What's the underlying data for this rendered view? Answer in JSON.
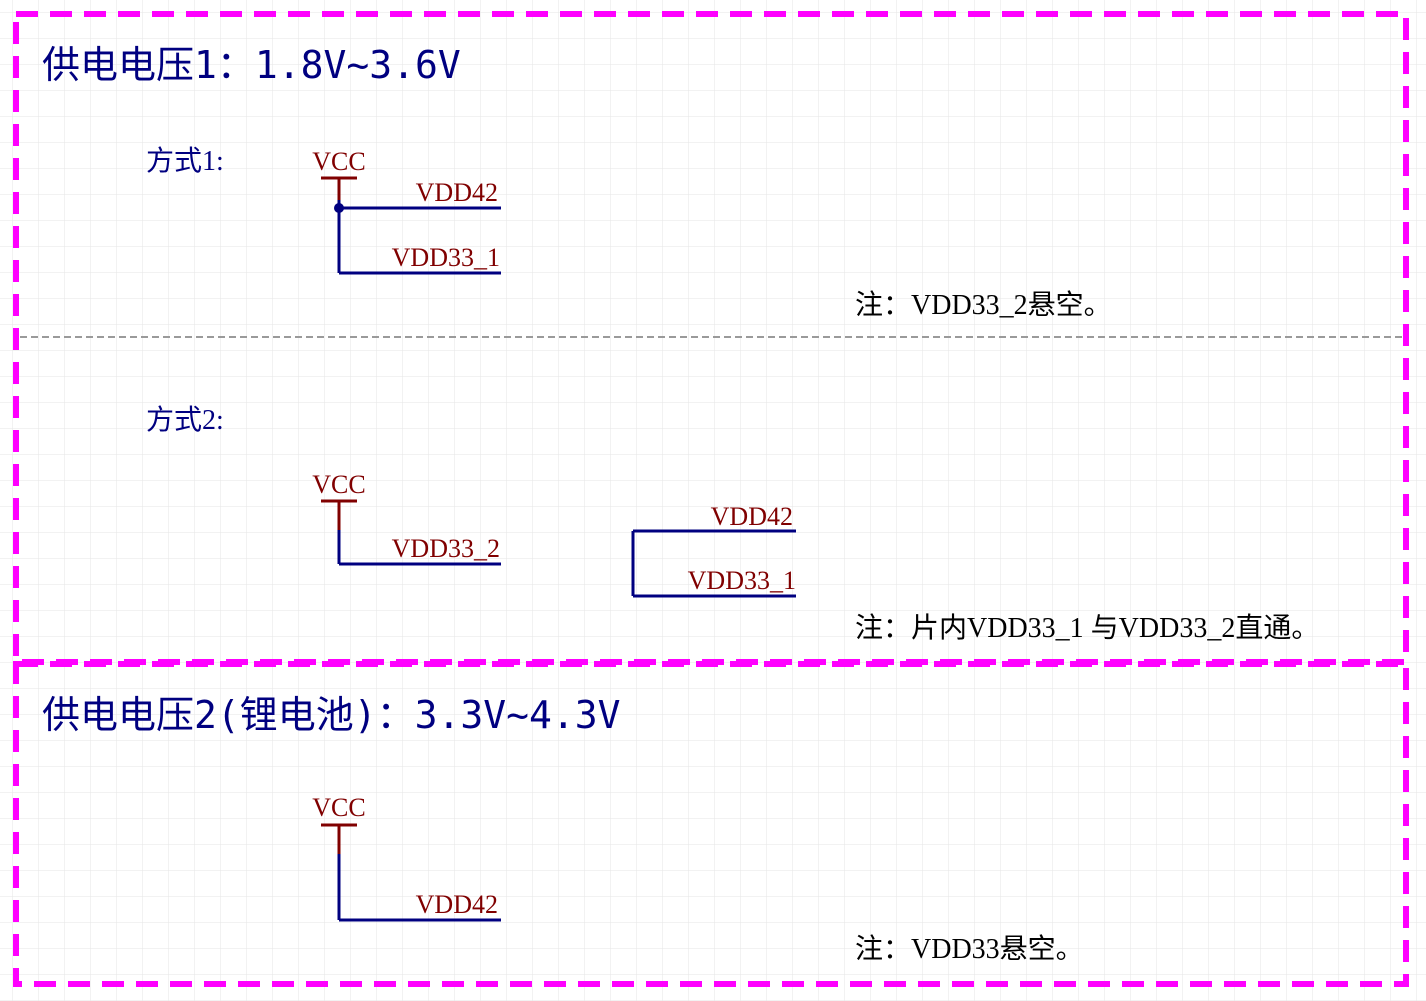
{
  "colors": {
    "grid": "#e6e6e6",
    "frame": "#ff00ff",
    "divider": "#9a9a9a",
    "wire": "#000080",
    "power_symbol": "#800000",
    "net_label": "#800000",
    "title_text": "#000080",
    "note_text": "#000000"
  },
  "section1": {
    "title": "供电电压1：1.8V~3.6V",
    "method1": {
      "label": "方式1:",
      "power_label": "VCC",
      "net_a": "VDD42",
      "net_b": "VDD33_1",
      "note": "注：VDD33_2悬空。"
    },
    "method2": {
      "label": "方式2:",
      "power_label": "VCC",
      "net_a": "VDD33_2",
      "net_b": "VDD42",
      "net_c": "VDD33_1",
      "note": "注：片内VDD33_1 与VDD33_2直通。"
    }
  },
  "section2": {
    "title": "供电电压2(锂电池)：3.3V~4.3V",
    "power_label": "VCC",
    "net_a": "VDD42",
    "note": "注：VDD33悬空。"
  }
}
